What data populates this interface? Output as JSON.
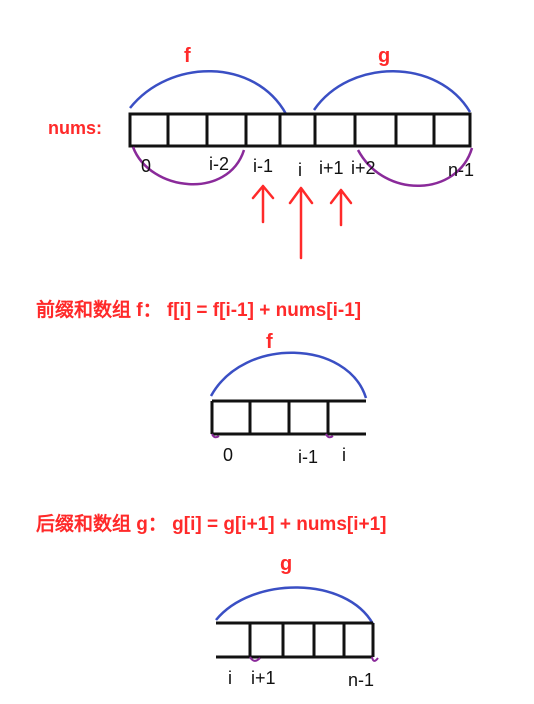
{
  "top": {
    "label_f": "f",
    "label_g": "g",
    "array_label": "nums:",
    "index_0": "0",
    "index_im2": "i-2",
    "index_im1": "i-1",
    "index_i": "i",
    "index_ip1": "i+1",
    "index_ip2": "i+2",
    "index_nm1": "n-1"
  },
  "prefix": {
    "formula": "前缀和数组 f： f[i] = f[i-1] + nums[i-1]",
    "label_f": "f",
    "index_0": "0",
    "index_im1": "i-1",
    "index_i": "i"
  },
  "suffix": {
    "formula": "后缀和数组 g： g[i] = g[i+1] + nums[i+1]",
    "label_g": "g",
    "index_i": "i",
    "index_ip1": "i+1",
    "index_nm1": "n-1"
  },
  "colors": {
    "red": "#ff2a2a",
    "blue": "#3a4fc4",
    "purple": "#8a2a9a",
    "black": "#111111"
  }
}
